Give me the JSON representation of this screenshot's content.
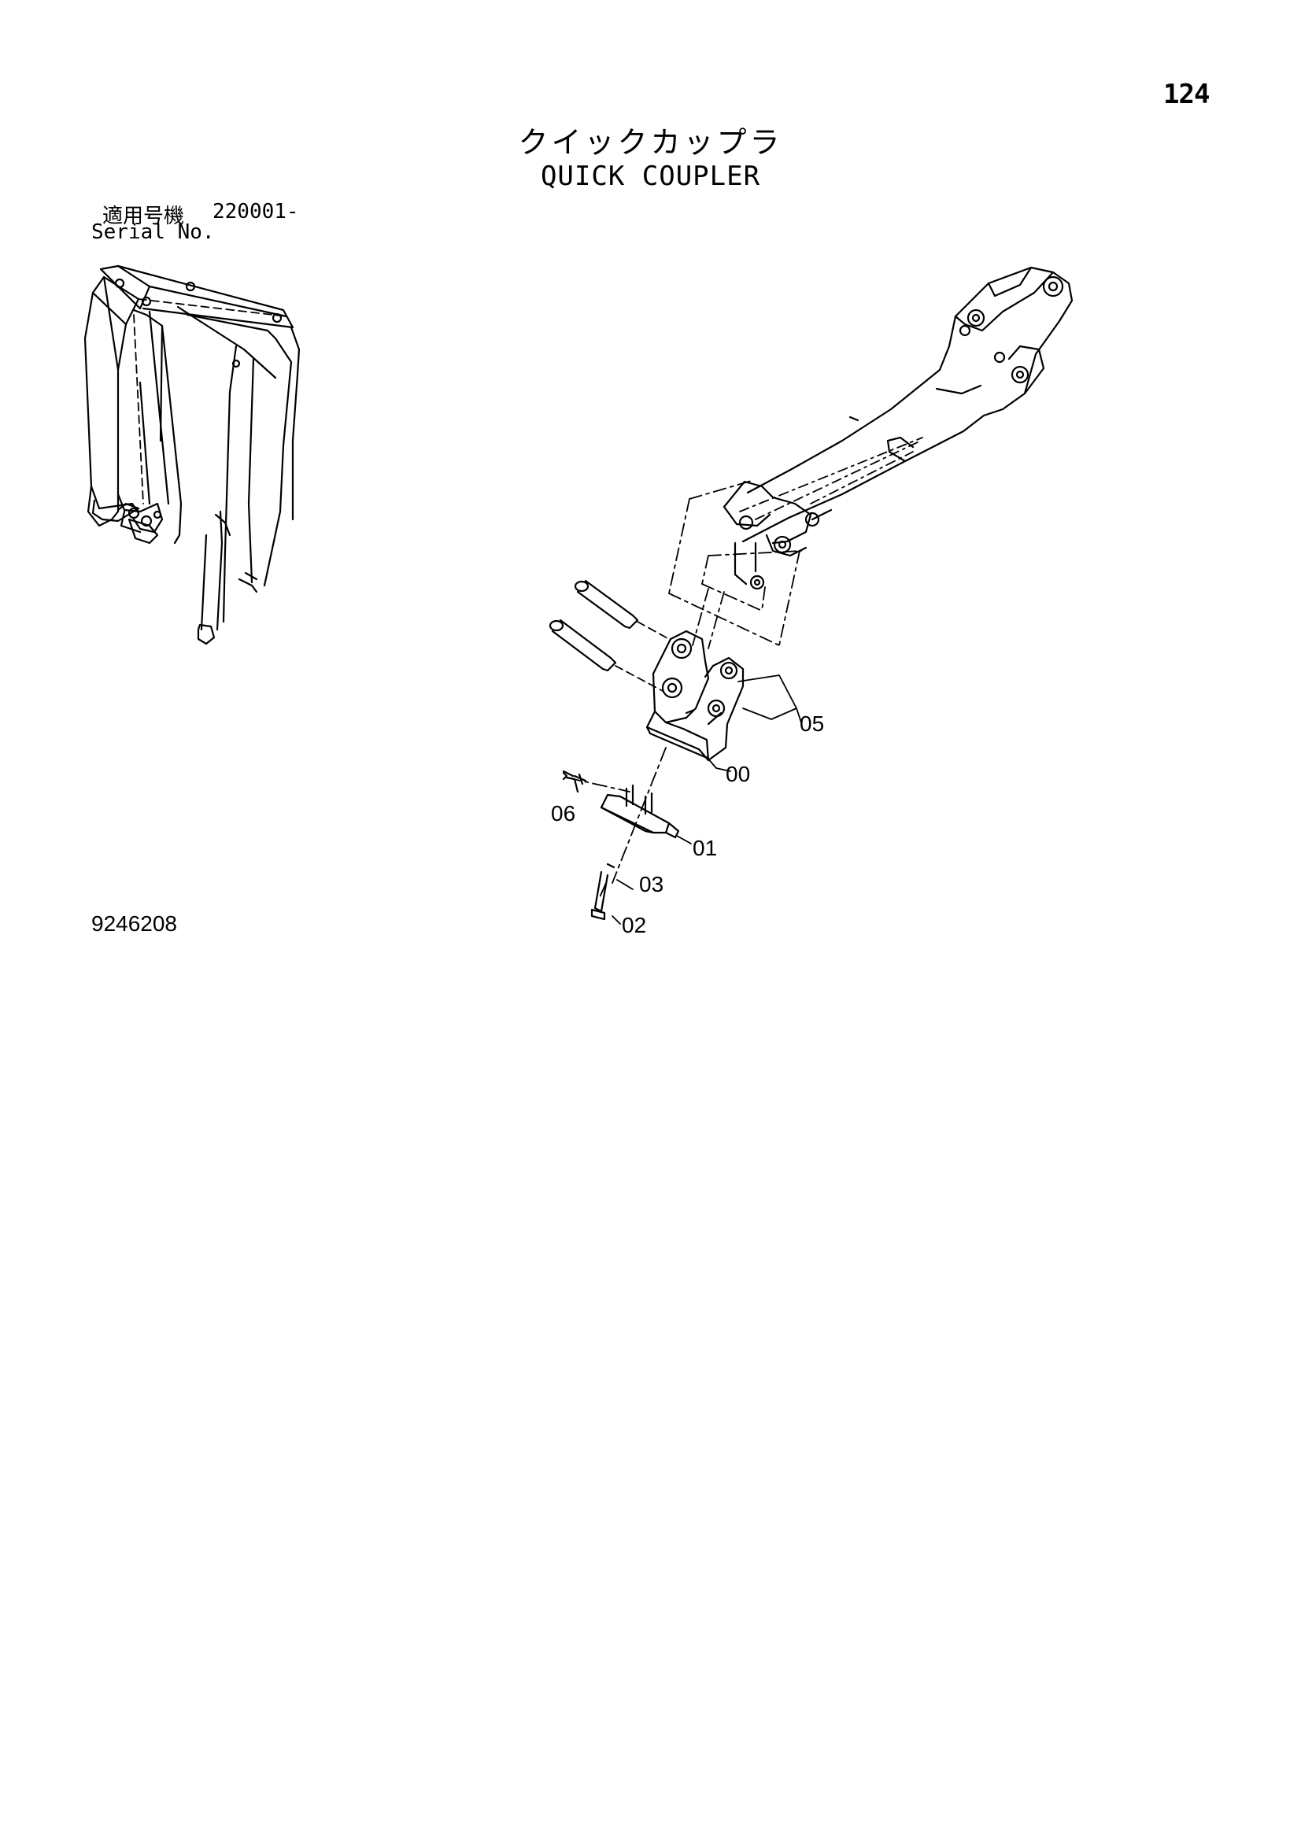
{
  "page": {
    "number": "124",
    "title_jp": "クイックカップラ",
    "title_en": "QUICK COUPLER",
    "serial_label_jp": "適用号機",
    "serial_range": "220001-",
    "serial_label_en": "Serial No.",
    "drawing_number": "9246208"
  },
  "callouts": [
    {
      "id": "00",
      "label": "00"
    },
    {
      "id": "01",
      "label": "01"
    },
    {
      "id": "02",
      "label": "02"
    },
    {
      "id": "03",
      "label": "03"
    },
    {
      "id": "05",
      "label": "05"
    },
    {
      "id": "06",
      "label": "06"
    }
  ]
}
